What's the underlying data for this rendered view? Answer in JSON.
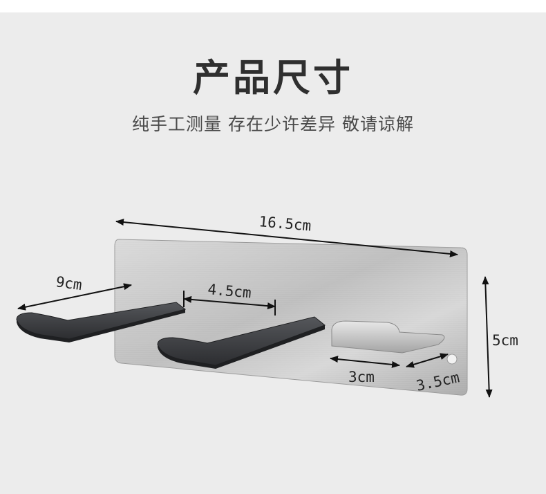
{
  "header": {
    "title": "产品尺寸",
    "subtitle": "纯手工测量 存在少许差异 敬请谅解"
  },
  "dimensions": {
    "overall_length": "16.5cm",
    "hook_length": "9cm",
    "hook_gap": "4.5cm",
    "height": "5cm",
    "small_hook_width": "3cm",
    "small_hook_depth": "3.5cm"
  },
  "colors": {
    "background": "#ececec",
    "plate": "#c8c8c8",
    "hook": "#3a3b3e",
    "text": "#2f2f2f"
  }
}
